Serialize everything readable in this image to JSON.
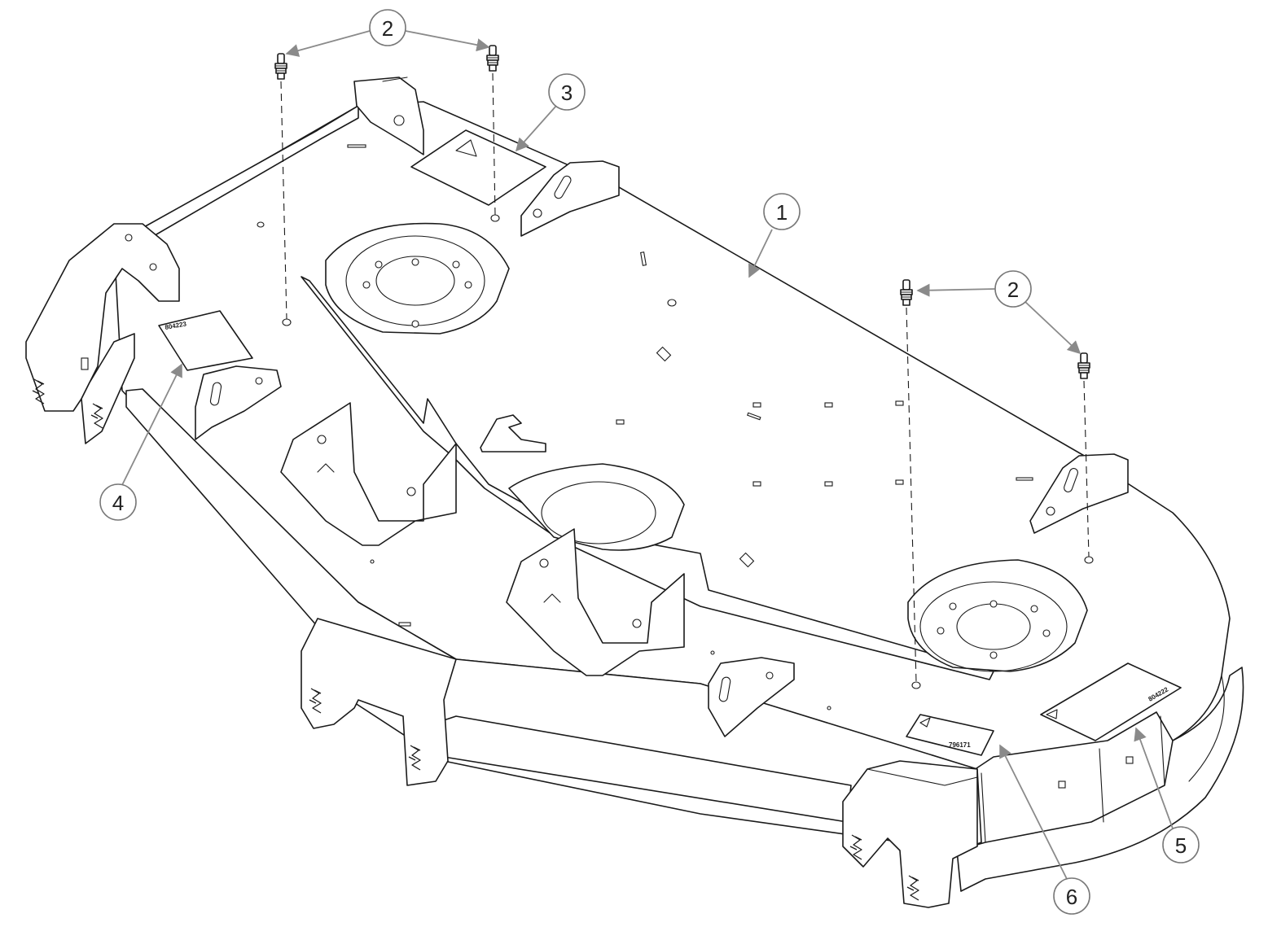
{
  "diagram": {
    "colors": {
      "line": "#1a1a1a",
      "leader": "#8a8a8a",
      "callout_stroke": "#777777"
    },
    "callouts": [
      {
        "label": "2"
      },
      {
        "label": "3"
      },
      {
        "label": "1"
      },
      {
        "label": "2"
      },
      {
        "label": "4"
      },
      {
        "label": "5"
      },
      {
        "label": "6"
      }
    ],
    "decals": {
      "left_decal_code": "804223",
      "front_decal_code": "796171",
      "right_decal_code": "804222"
    }
  }
}
